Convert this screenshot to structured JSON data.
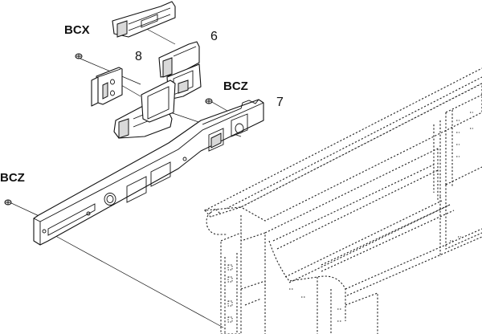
{
  "callouts": {
    "bcx": "BCX",
    "bcz_upper": "BCZ",
    "bcz_left": "BCZ",
    "num_6": "6",
    "num_7": "7",
    "num_8": "8"
  },
  "colors": {
    "line": "#111111",
    "shade": "#d9d9d9",
    "background": "#ffffff"
  }
}
